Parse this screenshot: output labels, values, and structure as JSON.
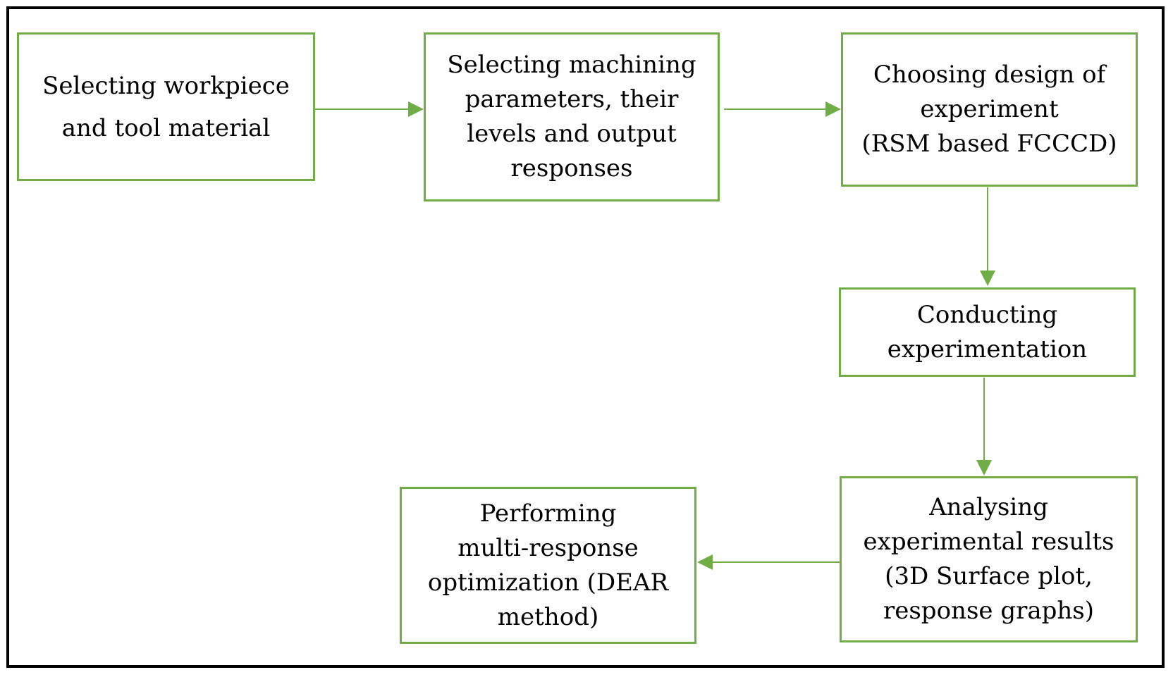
{
  "diagram": {
    "colors": {
      "node_border": "#70ad47",
      "arrow": "#70ad47",
      "frame": "#000000"
    },
    "nodes": [
      {
        "id": "select-workpiece",
        "text": "Selecting workpiece\nand tool material"
      },
      {
        "id": "select-parameters",
        "text": "Selecting machining\nparameters, their\nlevels and output\nresponses"
      },
      {
        "id": "choose-design",
        "text": "Choosing design of\nexperiment\n(RSM based FCCCD)"
      },
      {
        "id": "conduct-experiment",
        "text": "Conducting\nexperimentation"
      },
      {
        "id": "analyse-results",
        "text": "Analysing\nexperimental results\n(3D Surface plot,\nresponse graphs)"
      },
      {
        "id": "multi-response",
        "text": "Performing\nmulti-response\noptimization (DEAR\nmethod)"
      }
    ],
    "edges": [
      {
        "from": "select-workpiece",
        "to": "select-parameters"
      },
      {
        "from": "select-parameters",
        "to": "choose-design"
      },
      {
        "from": "choose-design",
        "to": "conduct-experiment"
      },
      {
        "from": "conduct-experiment",
        "to": "analyse-results"
      },
      {
        "from": "analyse-results",
        "to": "multi-response"
      }
    ]
  }
}
